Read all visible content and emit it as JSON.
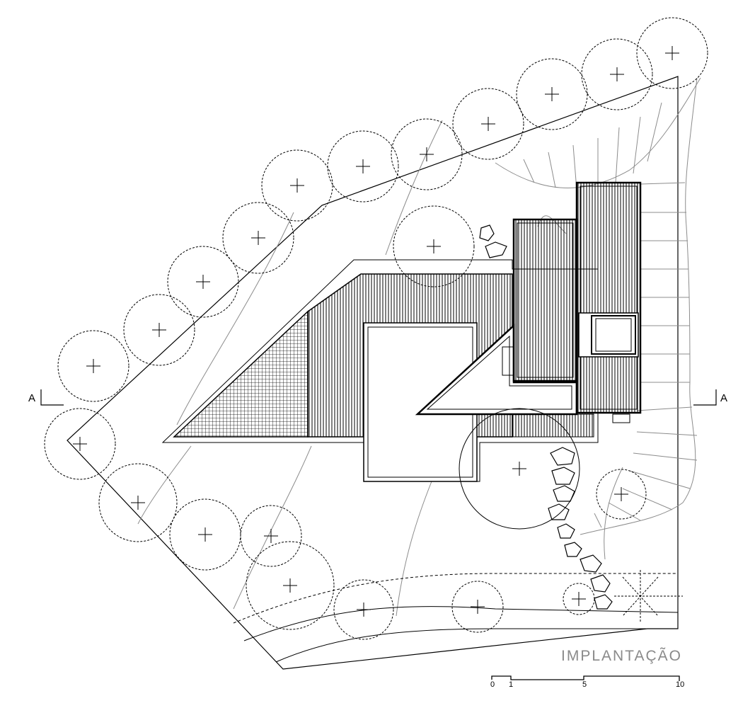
{
  "title": "IMPLANTAÇÃO",
  "section_marker": {
    "left": "A",
    "right": "A"
  },
  "scale_bar": {
    "labels": [
      "0",
      "1",
      "5",
      "10"
    ]
  },
  "colors": {
    "line": "#000000",
    "contour": "#8c8c8c",
    "title": "#8a8a8a"
  }
}
